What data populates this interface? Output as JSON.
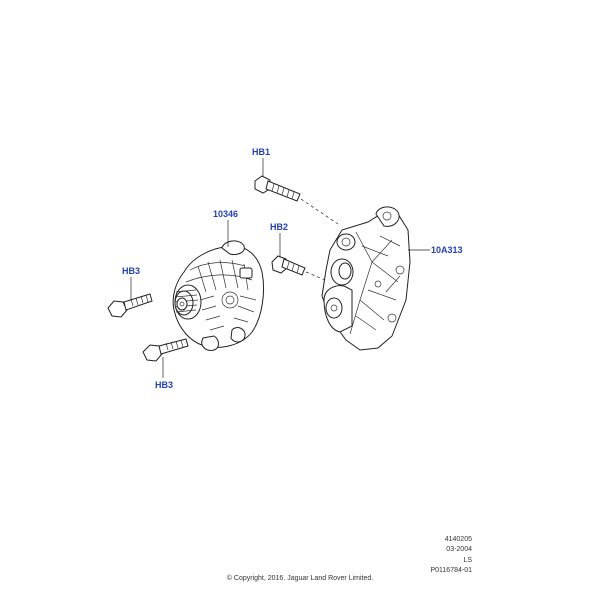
{
  "callouts": {
    "hb1": "HB1",
    "hb2": "HB2",
    "hb3_upper": "HB3",
    "hb3_lower": "HB3",
    "alternator": "10346",
    "bracket": "10A313"
  },
  "reference": {
    "number": "4140205",
    "date": "03-2004",
    "code": "LS",
    "illustration_id": "P0116784-01"
  },
  "copyright": "© Copyright, 2016. Jaguar Land Rover Limited.",
  "colors": {
    "callout_text": "#1f3fbf",
    "line_art": "#222222"
  }
}
